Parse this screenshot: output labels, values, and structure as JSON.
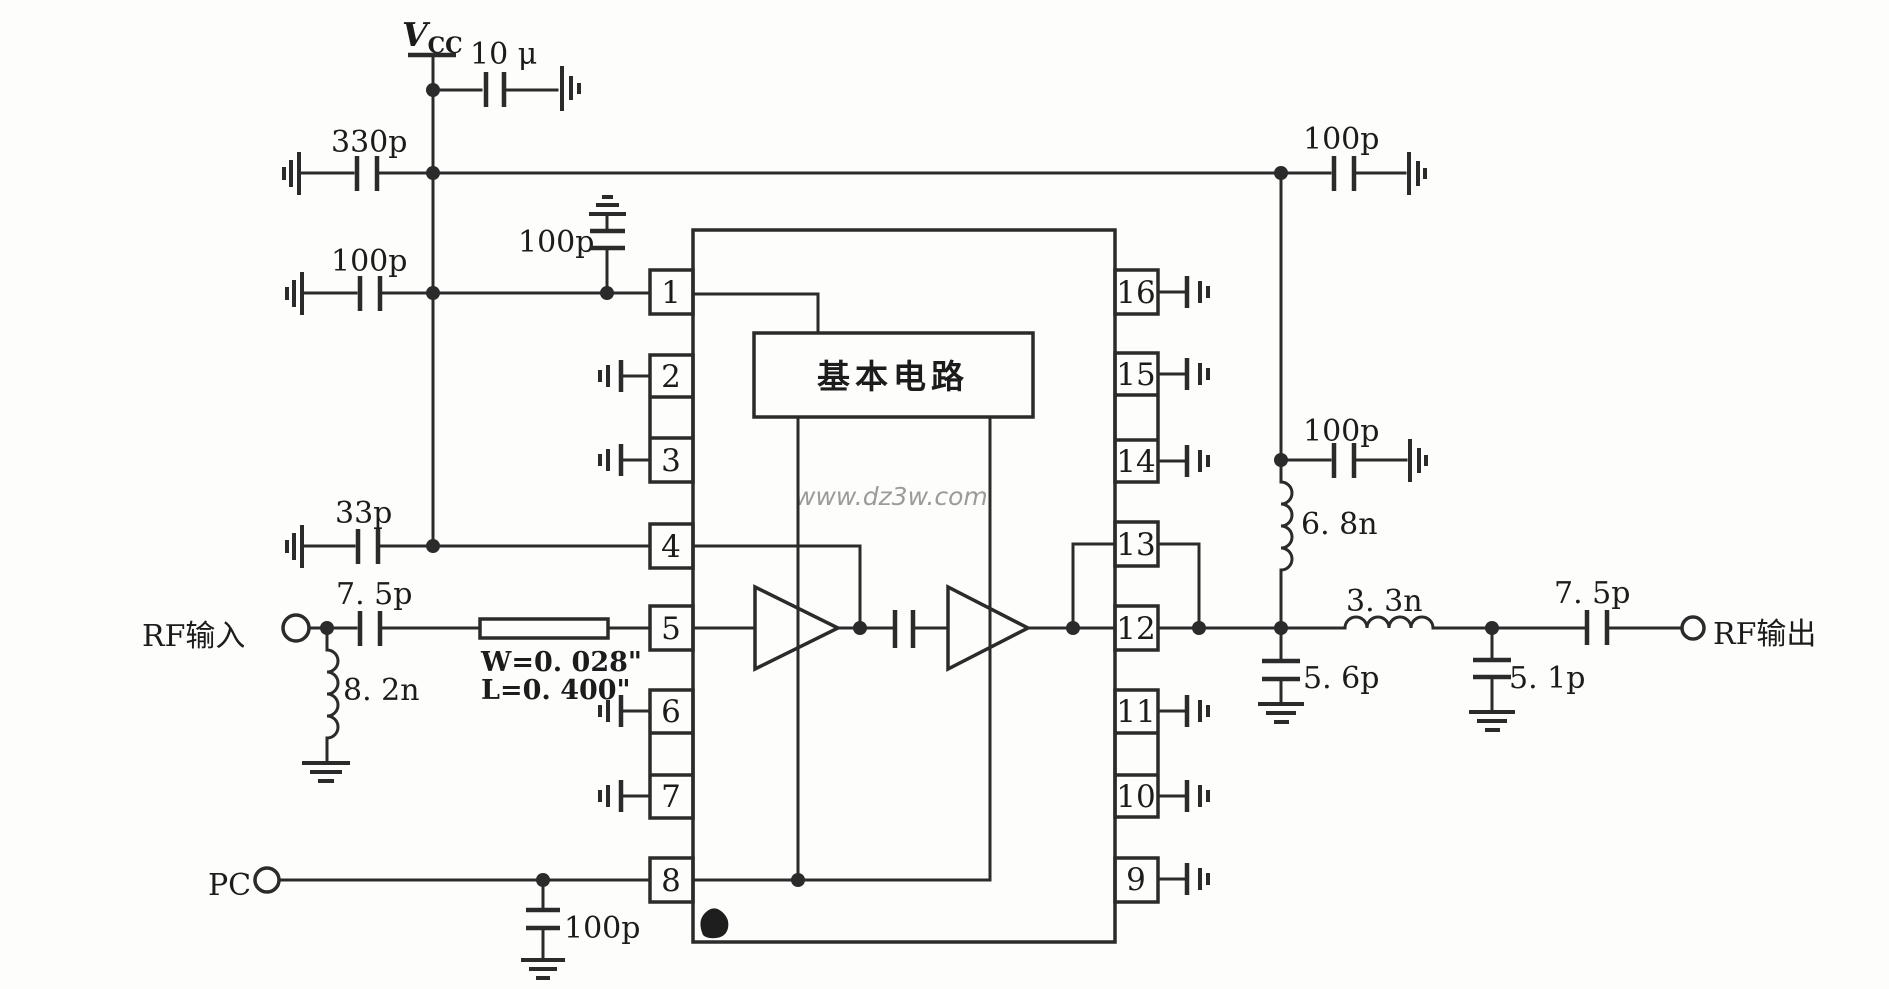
{
  "watermark": "www.dz3w.com",
  "power": {
    "vcc_v": "V",
    "vcc_sub": "CC"
  },
  "terminals": {
    "rf_in": "RF输入",
    "rf_out": "RF输出",
    "pc": "PC"
  },
  "ic": {
    "block_label": "基本电路",
    "pins": {
      "p1": "1",
      "p2": "2",
      "p3": "3",
      "p4": "4",
      "p5": "5",
      "p6": "6",
      "p7": "7",
      "p8": "8",
      "p9": "9",
      "p10": "10",
      "p11": "11",
      "p12": "12",
      "p13": "13",
      "p14": "14",
      "p15": "15",
      "p16": "16"
    }
  },
  "components": {
    "c_10u": "10 μ",
    "c_330p": "330p",
    "c_100p_pin1_row": "100p",
    "c_100p_pin1_top": "100p",
    "c_33p": "33p",
    "c_7p5_in": "7. 5p",
    "l_8p2n": "8. 2n",
    "microstrip_w": "W=0. 028\"",
    "microstrip_l": "L=0. 400\"",
    "c_100p_pc": "100p",
    "c_100p_top_right": "100p",
    "c_100p_mid_right": "100p",
    "l_6p8n": "6. 8n",
    "c_5p6": "5. 6p",
    "l_3p3n": "3. 3n",
    "c_5p1": "5. 1p",
    "c_7p5_out": "7. 5p"
  },
  "colors": {
    "ink": "#2b2b2b",
    "paper": "#fdfdfb",
    "watermark": "#9b9b9b"
  }
}
